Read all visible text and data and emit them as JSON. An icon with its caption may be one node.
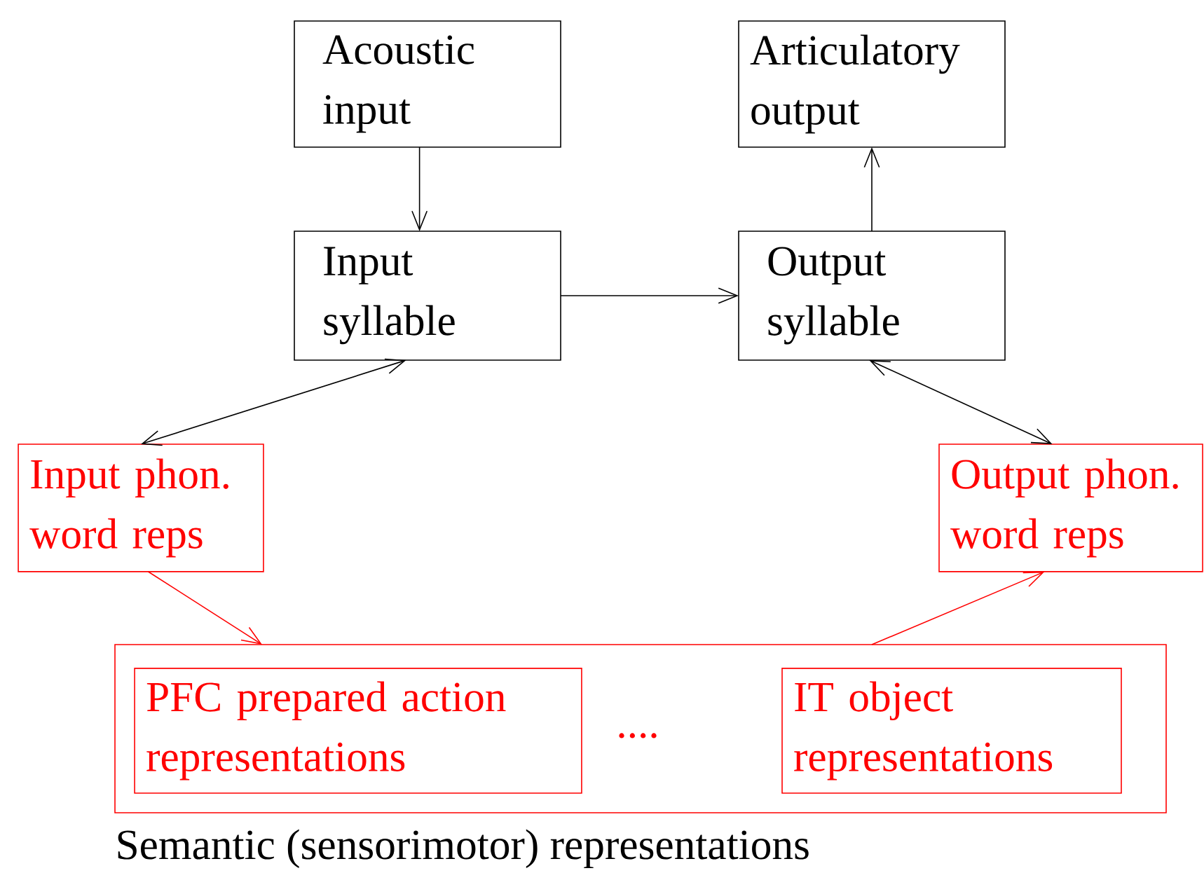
{
  "diagram": {
    "nodes": [
      {
        "text": [
          "Acoustic input"
        ]
      },
      {
        "text": [
          "Articulatory output"
        ]
      },
      {
        "text": [
          "Input syllable"
        ]
      },
      {
        "text": [
          "Output syllable"
        ]
      },
      {
        "text": [
          "Input phon. word reps"
        ]
      },
      {
        "text": [
          "Output phon. word reps"
        ]
      },
      {
        "text": [
          "Semantic (sensorimotor) representations"
        ]
      },
      {
        "text": [
          "PFC prepared action representations"
        ],
        "in": 6
      },
      {
        "text": [
          "IT object representations"
        ],
        "in": 6
      }
    ],
    "edges": [
      {
        "from": 0,
        "to": 2,
        "arrow": "to"
      },
      {
        "from": 3,
        "to": 1,
        "arrow": "to"
      },
      {
        "from": 2,
        "to": 3,
        "arrow": "to"
      },
      {
        "from": 2,
        "to": 4,
        "arrow": "both"
      },
      {
        "from": 3,
        "to": 5,
        "arrow": "both"
      },
      {
        "from": 4,
        "to": 6,
        "arrow": "to",
        "color": "#ff0000"
      },
      {
        "from": 6,
        "to": 5,
        "arrow": "to",
        "color": "#ff0000"
      }
    ],
    "labels": [
      "...."
    ]
  }
}
